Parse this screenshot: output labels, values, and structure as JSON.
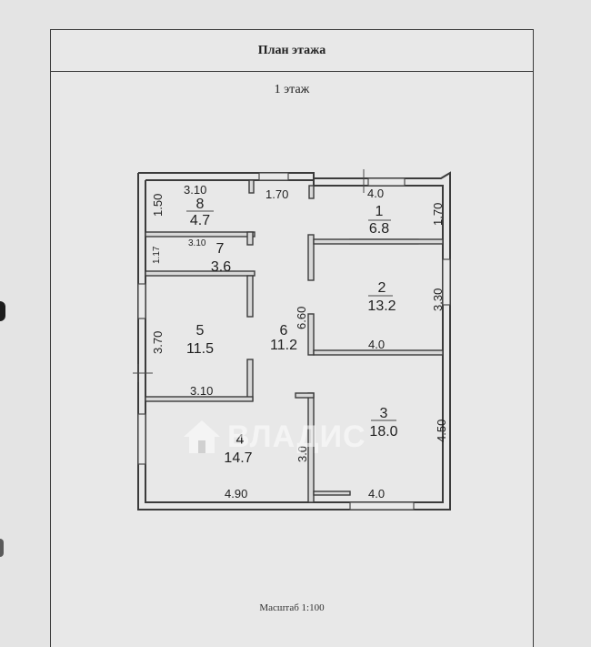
{
  "header": {
    "title": "План этажа"
  },
  "floor": {
    "label": "1 этаж"
  },
  "footer": {
    "scale": "Масштаб 1:100"
  },
  "watermark": {
    "text": "ВЛАДИС"
  },
  "rooms": [
    {
      "number": "1",
      "area": "6.8"
    },
    {
      "number": "2",
      "area": "13.2"
    },
    {
      "number": "3",
      "area": "18.0"
    },
    {
      "number": "4",
      "area": "14.7"
    },
    {
      "number": "5",
      "area": "11.5"
    },
    {
      "number": "6",
      "area": "11.2"
    },
    {
      "number": "7",
      "area": "3.6"
    },
    {
      "number": "8",
      "area": "4.7"
    }
  ],
  "dimensions": {
    "d_310_top": "3.10",
    "d_170_top": "1.70",
    "d_40_top": "4.0",
    "d_150": "1.50",
    "d_170_right": "1.70",
    "d_117": "1.17",
    "d_310_mid": "3.10",
    "d_660": "6.60",
    "d_330": "3.30",
    "d_370": "3.70",
    "d_40_mid": "4.0",
    "d_310_low": "3.10",
    "d_450": "4.50",
    "d_30": "3.0",
    "d_490": "4.90",
    "d_40_bottom": "4.0"
  }
}
